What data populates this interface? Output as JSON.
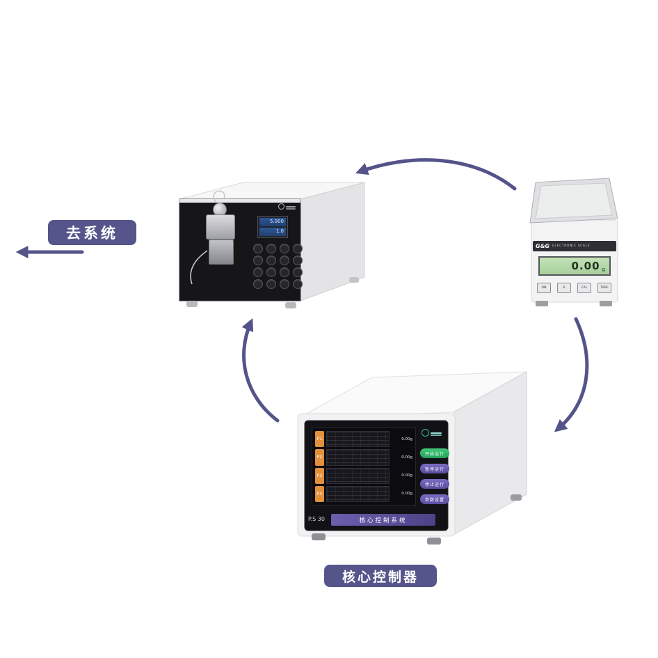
{
  "diagram": {
    "to_system_label": "去系统",
    "core_controller_label": "核心控制器"
  },
  "colors": {
    "arrow": "#54538a",
    "badge": "#55548b",
    "lcd_green": "#b9dcae",
    "button_green": "#2fae62",
    "button_purple": "#5a4d9e",
    "channel_tag": "#e2903c"
  },
  "pump": {
    "display_top": "5.000",
    "display_bottom": "1.0"
  },
  "scale": {
    "brand": "G&G",
    "title": "ELECTRONIC SCALE",
    "display_value": "0.00",
    "display_unit": "g",
    "buttons": [
      "ON",
      "0",
      "CAL",
      "TARE"
    ]
  },
  "controller": {
    "model": "P.S 30",
    "banner": "核心控制系统",
    "channels": [
      {
        "id": "P1",
        "value": "0.00g"
      },
      {
        "id": "P2",
        "value": "0.00g"
      },
      {
        "id": "P3",
        "value": "0.00g"
      },
      {
        "id": "P4",
        "value": "0.00g"
      }
    ],
    "buttons": [
      {
        "label": "开始运行"
      },
      {
        "label": "暂停运行"
      },
      {
        "label": "停止运行"
      },
      {
        "label": "参数设置"
      }
    ]
  }
}
